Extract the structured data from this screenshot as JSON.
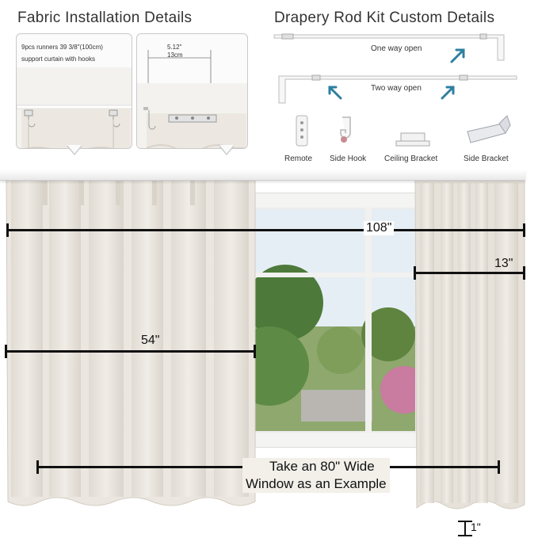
{
  "headings": {
    "fabric": "Fabric Installation Details",
    "rod": "Drapery Rod Kit Custom Details"
  },
  "fabric_panel": {
    "caption_line1": "9pcs runners 39 3/8\"(100cm)",
    "caption_line2": "support curtain with hooks",
    "spacing_in": "5.12\"",
    "spacing_cm": "13cm"
  },
  "rod_kit": {
    "one_way": "One way open",
    "two_way": "Two way open",
    "parts": [
      "Remote",
      "Side Hook",
      "Ceiling Bracket",
      "Side Bracket"
    ]
  },
  "dimensions": {
    "rod_width": "108\"",
    "stack_width": "13\"",
    "panel_width": "54\"",
    "floor_gap": "1\""
  },
  "caption": {
    "line1": "Take an 80\" Wide",
    "line2": "Window as an Example"
  },
  "colors": {
    "arrow": "#2e7fa0",
    "fabric": "#ebe7e0",
    "dimension": "#111111"
  }
}
